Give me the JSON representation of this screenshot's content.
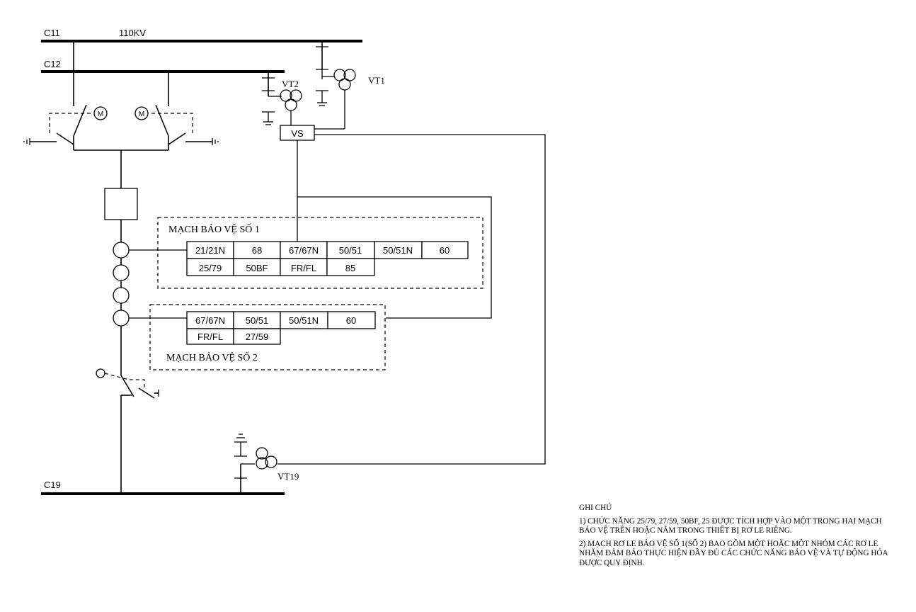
{
  "buses": {
    "c11": "C11",
    "c12": "C12",
    "c19": "C19",
    "voltage": "110KV"
  },
  "vts": {
    "vt1": "VT1",
    "vt2": "VT2",
    "vt19": "VT19",
    "vs": "VS"
  },
  "motor_symbol": "M",
  "circuit1": {
    "title": "MẠCH BẢO VỆ SỐ 1",
    "row1": [
      "21/21N",
      "68",
      "67/67N",
      "50/51",
      "50/51N",
      "60"
    ],
    "row2": [
      "25/79",
      "50BF",
      "FR/FL",
      "85"
    ]
  },
  "circuit2": {
    "title": "MẠCH BẢO VỆ SỐ 2",
    "row1": [
      "67/67N",
      "50/51",
      "50/51N",
      "60"
    ],
    "row2": [
      "FR/FL",
      "27/59"
    ]
  },
  "notes": {
    "title": "GHI CHÚ",
    "note1": "1) CHỨC NĂNG 25/79, 27/59, 50BF, 25 ĐƯỢC TÍCH HỢP VÀO MỘT TRONG HAI MẠCH BẢO VỆ TRÊN HOẶC NẰM TRONG THIẾT BỊ RƠ LE RIÊNG.",
    "note2": "2) MẠCH RƠ LE BẢO VỆ SỐ 1(SỐ 2) BAO GỒM MỘT HOẶC MỘT NHÓM CÁC RƠ LE NHẰM ĐẢM BẢO THỰC HIỆN ĐẦY ĐỦ CÁC CHỨC NĂNG BẢO VỆ VÀ TỰ ĐỘNG HÓA ĐƯỢC QUY ĐỊNH."
  }
}
